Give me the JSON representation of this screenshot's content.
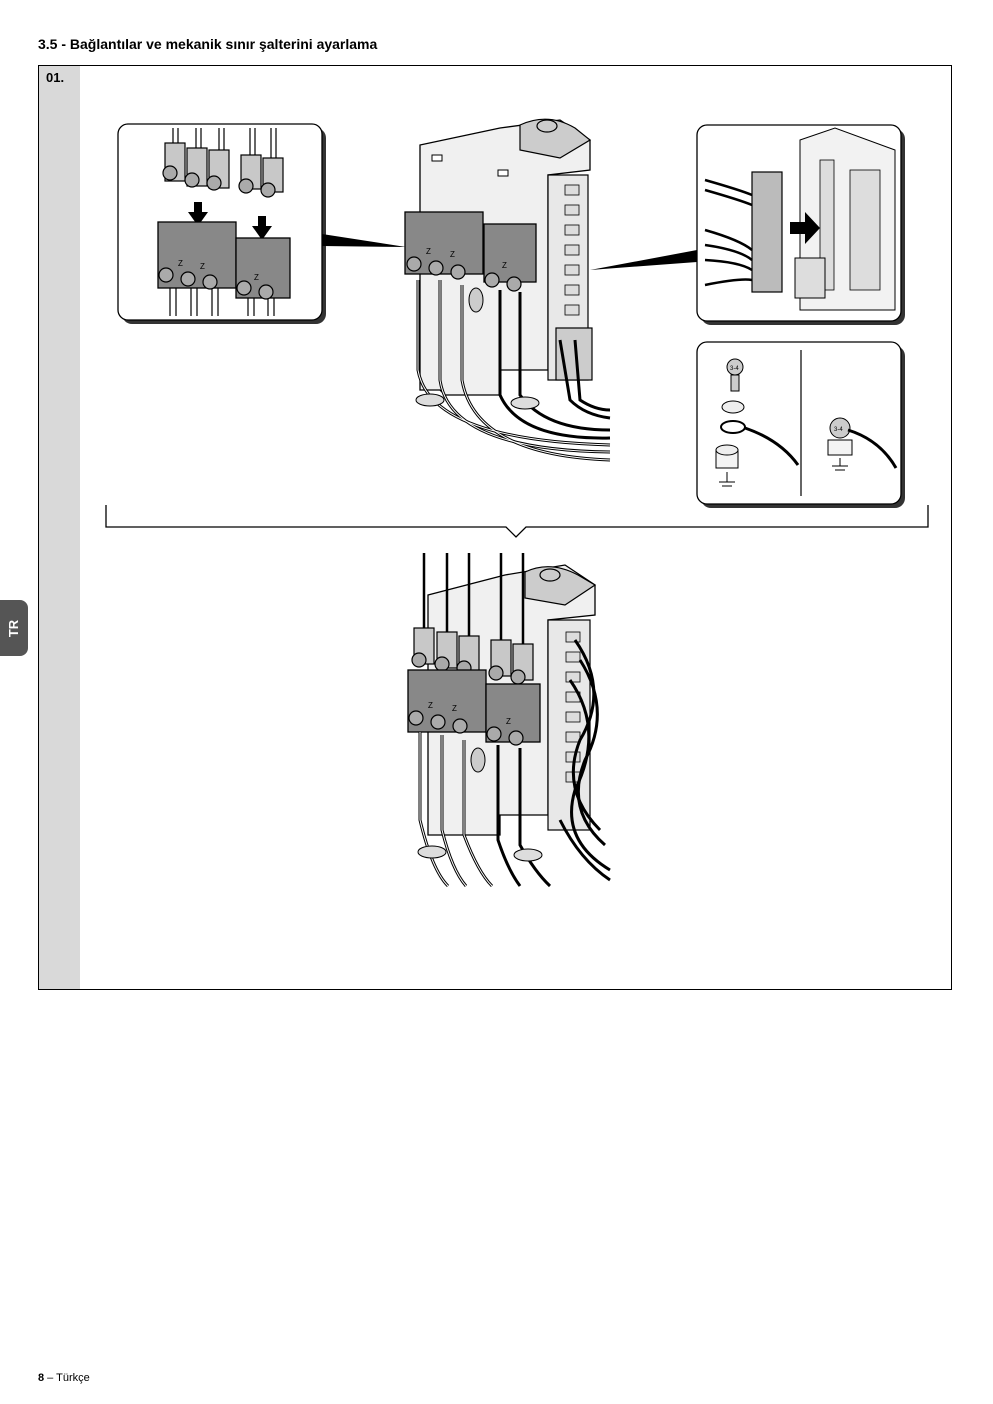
{
  "section": {
    "title": "3.5 - Bağlantılar ve mekanik sınır şalterini ayarlama"
  },
  "step": {
    "label": "01."
  },
  "language_tab": {
    "label": "TR"
  },
  "footer": {
    "page_number": "8",
    "separator": " – ",
    "language": "Türkçe"
  },
  "illustration": {
    "terminal_labels": [
      "Z",
      "Z",
      "Z",
      "Z"
    ],
    "screw_marking": "3-4"
  }
}
